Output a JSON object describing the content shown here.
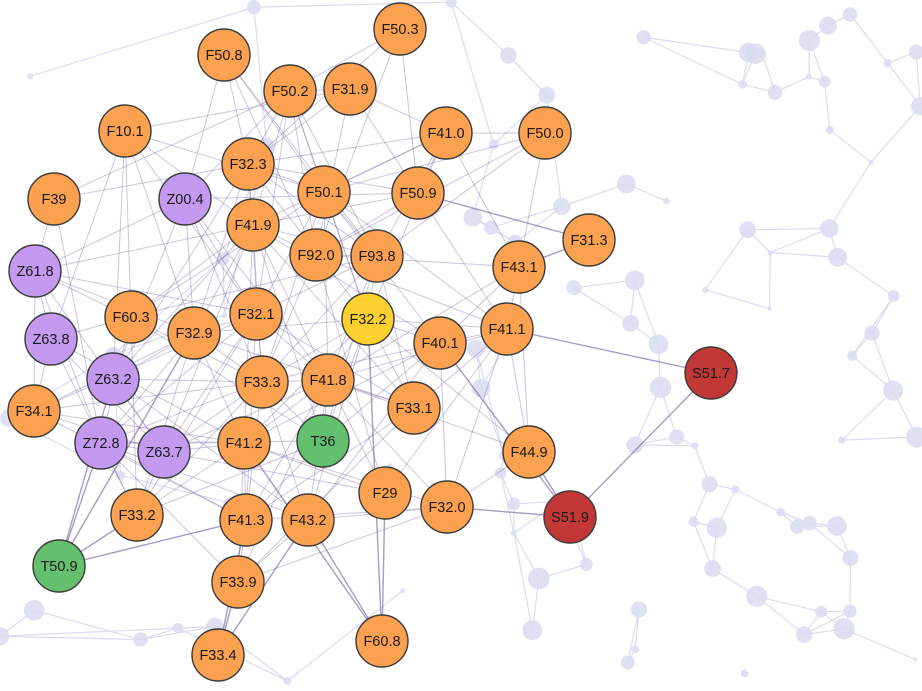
{
  "colors": {
    "orange": "#fba14f",
    "purple": "#c39af0",
    "yellow": "#fdd02d",
    "green": "#63c06f",
    "red": "#c23836",
    "edge": "#6e5a9c",
    "background_mesh": "#d9dcf0",
    "node_stroke": "#3b3b3b"
  },
  "nodes": [
    {
      "id": "F50.3",
      "color": "orange"
    },
    {
      "id": "F50.8",
      "color": "orange"
    },
    {
      "id": "F50.2",
      "color": "orange"
    },
    {
      "id": "F31.9",
      "color": "orange"
    },
    {
      "id": "F10.1",
      "color": "orange"
    },
    {
      "id": "F41.0",
      "color": "orange"
    },
    {
      "id": "F50.0",
      "color": "orange"
    },
    {
      "id": "F32.3",
      "color": "orange"
    },
    {
      "id": "F39",
      "color": "orange"
    },
    {
      "id": "Z00.4",
      "color": "purple"
    },
    {
      "id": "F50.1",
      "color": "orange"
    },
    {
      "id": "F50.9",
      "color": "orange"
    },
    {
      "id": "F41.9",
      "color": "orange"
    },
    {
      "id": "F31.3",
      "color": "orange"
    },
    {
      "id": "Z61.8",
      "color": "purple"
    },
    {
      "id": "F92.0",
      "color": "orange"
    },
    {
      "id": "F93.8",
      "color": "orange"
    },
    {
      "id": "F43.1",
      "color": "orange"
    },
    {
      "id": "F60.3",
      "color": "orange"
    },
    {
      "id": "F32.1",
      "color": "orange"
    },
    {
      "id": "F32.2",
      "color": "yellow"
    },
    {
      "id": "Z63.8",
      "color": "purple"
    },
    {
      "id": "F32.9",
      "color": "orange"
    },
    {
      "id": "F41.1",
      "color": "orange"
    },
    {
      "id": "F40.1",
      "color": "orange"
    },
    {
      "id": "Z63.2",
      "color": "purple"
    },
    {
      "id": "F33.3",
      "color": "orange"
    },
    {
      "id": "F41.8",
      "color": "orange"
    },
    {
      "id": "S51.7",
      "color": "red"
    },
    {
      "id": "F34.1",
      "color": "orange"
    },
    {
      "id": "F33.1",
      "color": "orange"
    },
    {
      "id": "Z72.8",
      "color": "purple"
    },
    {
      "id": "Z63.7",
      "color": "purple"
    },
    {
      "id": "F41.2",
      "color": "orange"
    },
    {
      "id": "T36",
      "color": "green"
    },
    {
      "id": "F44.9",
      "color": "orange"
    },
    {
      "id": "F29",
      "color": "orange"
    },
    {
      "id": "F32.0",
      "color": "orange"
    },
    {
      "id": "S51.9",
      "color": "red"
    },
    {
      "id": "F33.2",
      "color": "orange"
    },
    {
      "id": "F41.3",
      "color": "orange"
    },
    {
      "id": "F43.2",
      "color": "orange"
    },
    {
      "id": "T50.9",
      "color": "green"
    },
    {
      "id": "F33.9",
      "color": "orange"
    },
    {
      "id": "F60.8",
      "color": "orange"
    },
    {
      "id": "F33.4",
      "color": "orange"
    }
  ],
  "edges": [
    [
      "F41.1",
      "S51.7"
    ],
    [
      "S51.7",
      "S51.9"
    ],
    [
      "S51.9",
      "F32.0"
    ],
    [
      "S51.9",
      "F44.9"
    ],
    [
      "S51.9",
      "F40.1"
    ],
    [
      "T50.9",
      "Z72.8"
    ],
    [
      "T50.9",
      "F33.2"
    ],
    [
      "T50.9",
      "Z63.2"
    ],
    [
      "T50.9",
      "F41.3"
    ],
    [
      "T50.9",
      "F32.9"
    ],
    [
      "F31.3",
      "F43.1"
    ],
    [
      "F31.3",
      "F50.9"
    ],
    [
      "F60.8",
      "F43.2"
    ],
    [
      "F60.8",
      "F29"
    ],
    [
      "F60.8",
      "F41.2"
    ],
    [
      "F60.8",
      "F32.2"
    ],
    [
      "F33.4",
      "F33.9"
    ],
    [
      "F33.4",
      "F41.3"
    ],
    [
      "F33.4",
      "F43.2"
    ]
  ]
}
